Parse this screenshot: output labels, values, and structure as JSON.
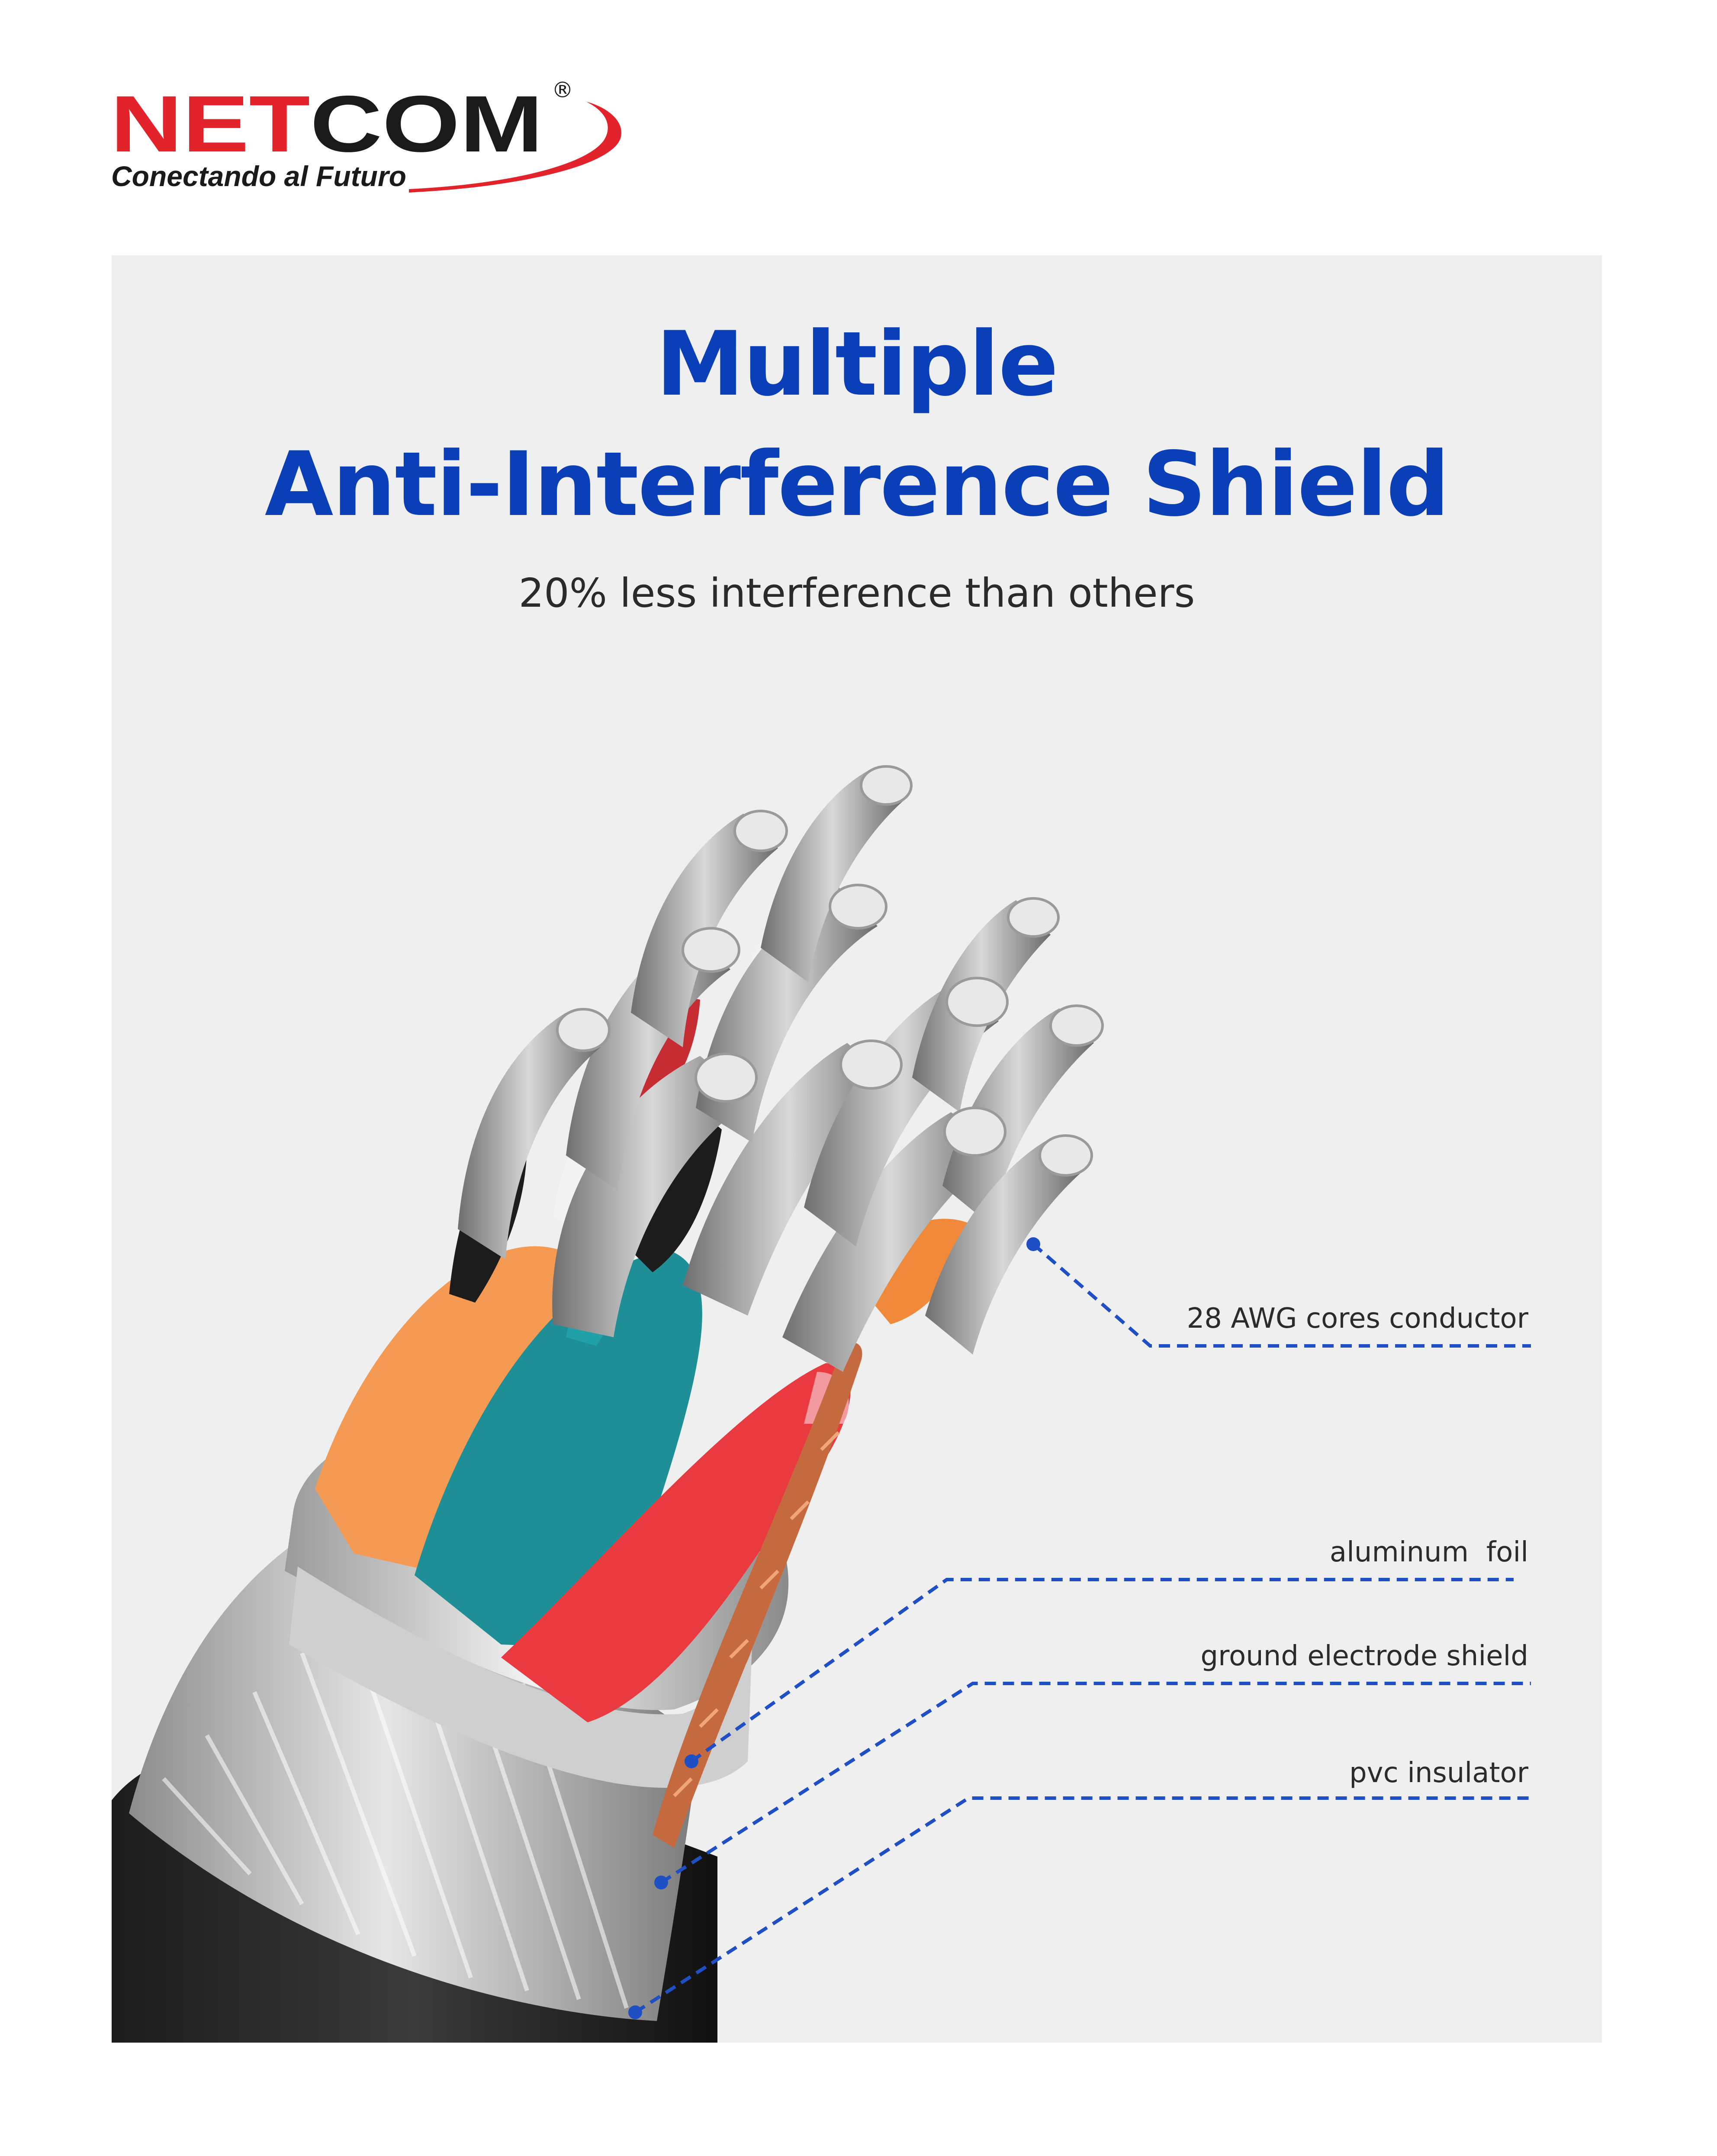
{
  "brand": {
    "name": "NETCOM",
    "registered_mark": "®",
    "tagline": "Conectando al Futuro",
    "colors": {
      "red": "#e3232c",
      "black": "#1a1a1a"
    }
  },
  "headline": {
    "line1": "Multiple",
    "line2": "Anti-Interference Shield",
    "color": "#0a3fb8"
  },
  "subheadline": "20% less interference than others",
  "callouts": [
    {
      "label": "28 AWG cores conductor"
    },
    {
      "label": "aluminum  foil"
    },
    {
      "label": "ground electrode shield"
    },
    {
      "label": "pvc insulator"
    }
  ],
  "callout_line_color": "#1f4fc4"
}
